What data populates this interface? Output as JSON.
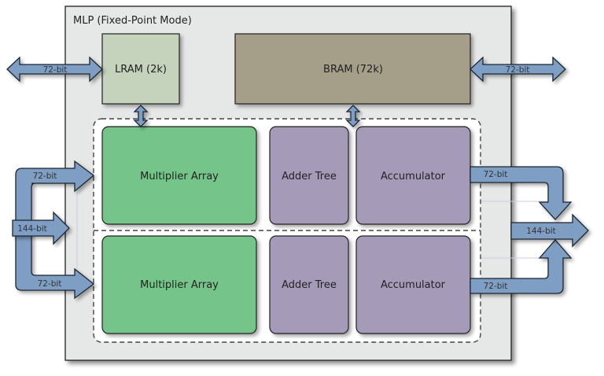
{
  "title": "MLP (Fixed-Point Mode)",
  "colors": {
    "outer_fill": "#e6e7e7",
    "lram_fill": "#c5d3bd",
    "bram_fill": "#a59e89",
    "multiplier_fill": "#74c48a",
    "adder_fill": "#a59bb8",
    "accumulator_fill": "#a59bb8",
    "arrow_fill": "#7f9ec4"
  },
  "blocks": {
    "lram": "LRAM (2k)",
    "bram": "BRAM (72k)",
    "rows": [
      {
        "multiplier": "Multiplier Array",
        "adder": "Adder Tree",
        "accumulator": "Accumulator"
      },
      {
        "multiplier": "Multiplier Array",
        "adder": "Adder Tree",
        "accumulator": "Accumulator"
      }
    ]
  },
  "arrows": {
    "lram_io": "72-bit",
    "bram_io": "72-bit",
    "input_top": "72-bit",
    "input_mid": "144-bit",
    "input_bottom": "72-bit",
    "output_top": "72-bit",
    "output_mid": "144-bit",
    "output_bottom": "72-bit"
  }
}
